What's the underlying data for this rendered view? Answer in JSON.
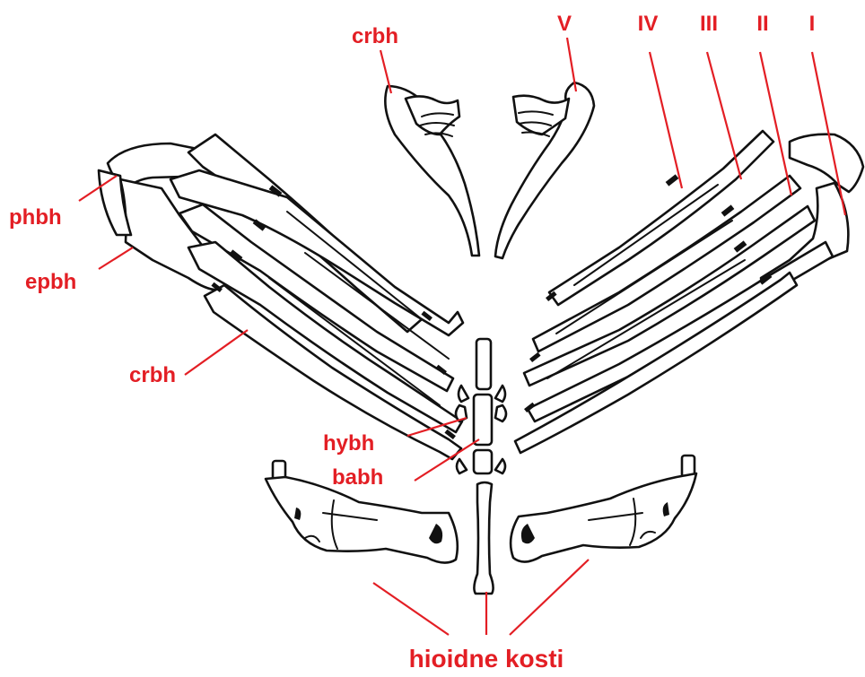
{
  "diagram": {
    "accent_color": "#e31e24",
    "labels": {
      "crbh_top": "crbh",
      "v": "V",
      "iv": "IV",
      "iii": "III",
      "ii": "II",
      "i": "I",
      "phbh": "phbh",
      "epbh": "epbh",
      "crbh_left": "crbh",
      "hybh": "hybh",
      "babh": "babh",
      "hioidne": "hioidne kosti"
    }
  }
}
